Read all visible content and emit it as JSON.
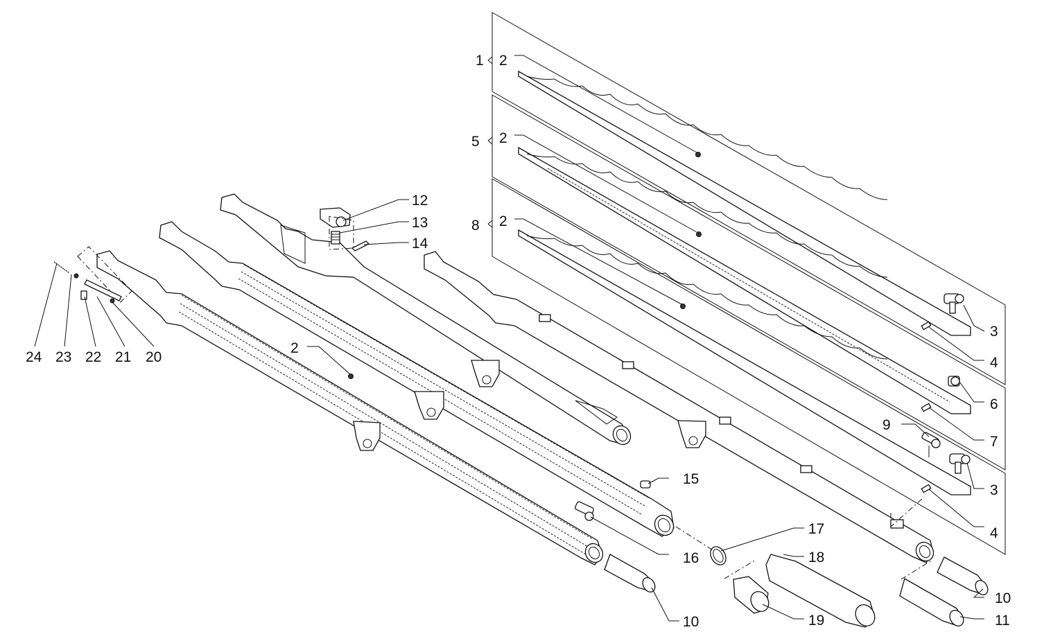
{
  "callouts": [
    {
      "id": "c1",
      "text": "1"
    },
    {
      "id": "c2a",
      "text": "2"
    },
    {
      "id": "c5",
      "text": "5"
    },
    {
      "id": "c2b",
      "text": "2"
    },
    {
      "id": "c8",
      "text": "8"
    },
    {
      "id": "c2c",
      "text": "2"
    },
    {
      "id": "c12",
      "text": "12"
    },
    {
      "id": "c13",
      "text": "13"
    },
    {
      "id": "c14",
      "text": "14"
    },
    {
      "id": "c2d",
      "text": "2"
    },
    {
      "id": "c3a",
      "text": "3"
    },
    {
      "id": "c4a",
      "text": "4"
    },
    {
      "id": "c6",
      "text": "6"
    },
    {
      "id": "c7",
      "text": "7"
    },
    {
      "id": "c9",
      "text": "9"
    },
    {
      "id": "c3b",
      "text": "3"
    },
    {
      "id": "c4b",
      "text": "4"
    },
    {
      "id": "c15",
      "text": "15"
    },
    {
      "id": "c16",
      "text": "16"
    },
    {
      "id": "c17",
      "text": "17"
    },
    {
      "id": "c18",
      "text": "18"
    },
    {
      "id": "c19",
      "text": "19"
    },
    {
      "id": "c10a",
      "text": "10"
    },
    {
      "id": "c10b",
      "text": "10"
    },
    {
      "id": "c11",
      "text": "11"
    },
    {
      "id": "c24",
      "text": "24"
    },
    {
      "id": "c23",
      "text": "23"
    },
    {
      "id": "c22",
      "text": "22"
    },
    {
      "id": "c21",
      "text": "21"
    },
    {
      "id": "c20",
      "text": "20"
    }
  ]
}
